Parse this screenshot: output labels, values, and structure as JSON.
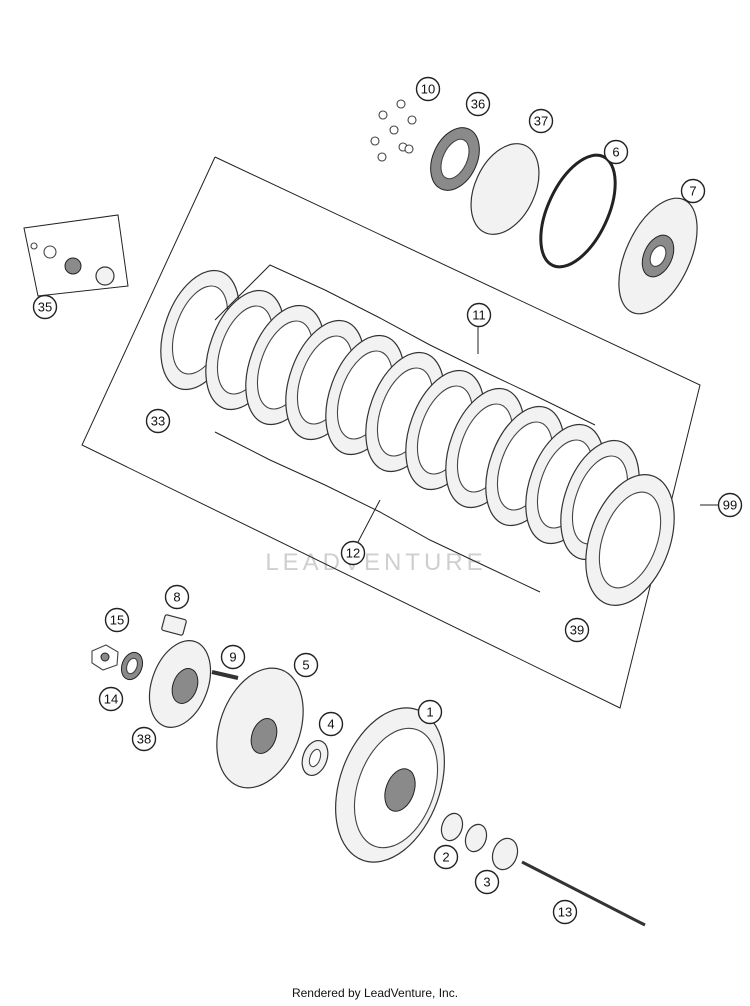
{
  "callouts": [
    "10",
    "36",
    "37",
    "6",
    "7",
    "35",
    "11",
    "33",
    "99",
    "12",
    "39",
    "8",
    "15",
    "9",
    "5",
    "14",
    "38",
    "4",
    "1",
    "2",
    "3",
    "13"
  ],
  "watermark": "LEADVENTURE",
  "footer": "Rendered by LeadVenture, Inc."
}
